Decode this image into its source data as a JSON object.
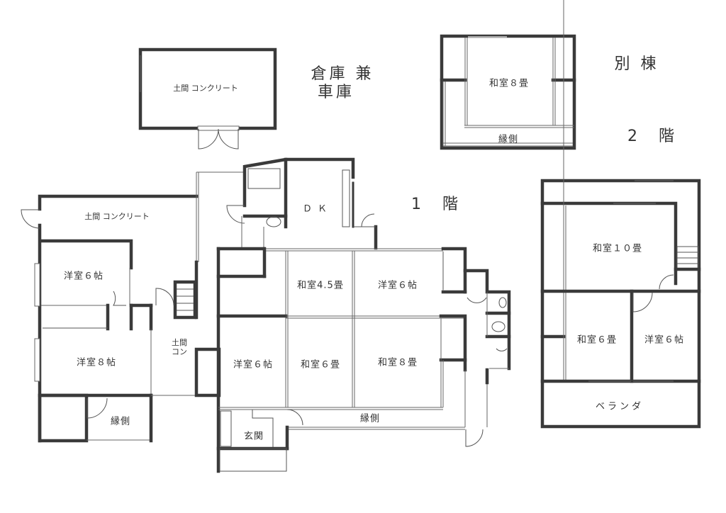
{
  "headings": {
    "warehouse_title_line1": "倉庫 兼",
    "warehouse_title_line2": "車庫",
    "annex_title": "別 棟",
    "floor1_title": "1　階",
    "floor2_title": "2　階"
  },
  "warehouse": {
    "room": "土間 コンクリート"
  },
  "annex": {
    "rooms": [
      "和室８畳",
      "縁側"
    ]
  },
  "floor1": {
    "rooms": {
      "doma_concrete": "土間 コンクリート",
      "western6_left": "洋室６帖",
      "western8": "洋室８帖",
      "engawa_left": "縁側",
      "doma_con": "土間\nコン",
      "dk": "ＤＫ",
      "japanese45": "和室4.5畳",
      "western6_center": "洋室６帖",
      "western6_bottom": "洋室６帖",
      "japanese6": "和室６畳",
      "japanese8": "和室８畳",
      "engawa_main": "縁側",
      "entrance": "玄関"
    }
  },
  "floor2": {
    "rooms": {
      "japanese10": "和室１０畳",
      "japanese6": "和室６畳",
      "western6": "洋室６帖",
      "veranda": "ベランダ"
    }
  }
}
